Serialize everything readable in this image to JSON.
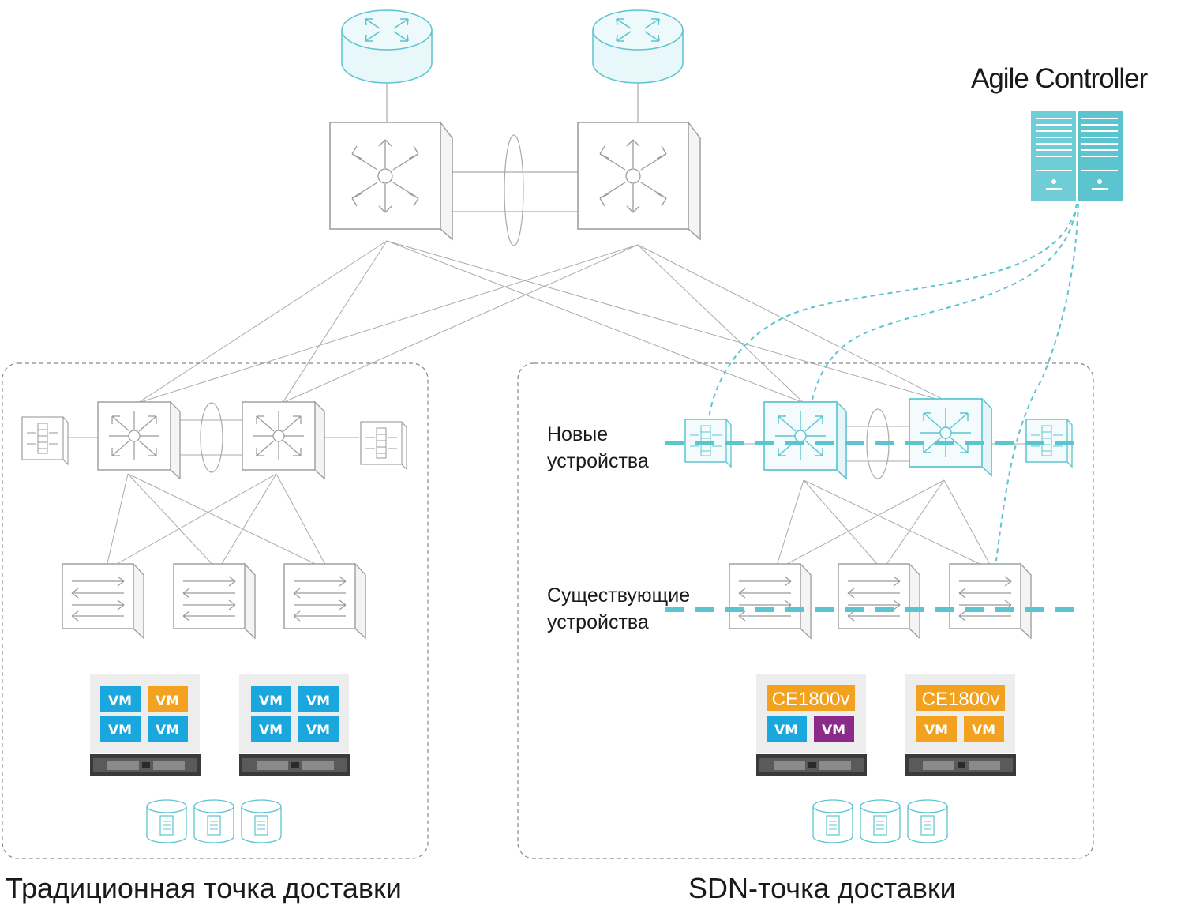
{
  "controller": {
    "label": "Agile Controller"
  },
  "captions": {
    "traditional": "Традиционная точка доставки",
    "sdn": "SDN-точка доставки"
  },
  "sdn_labels": {
    "new_line1": "Новые",
    "new_line2": "устройства",
    "existing_line1": "Существующие",
    "existing_line2": "устройства"
  },
  "vm": {
    "label": "VM",
    "ce_label": "CE1800v"
  },
  "colors": {
    "line": "#aaaaaa",
    "device_grey": "#9a9a9a",
    "teal": "#5bc4cf",
    "teal_dark": "#3fa9b8",
    "vm_blue": "#1aa7dd",
    "vm_orange": "#f2a21e",
    "vm_purple": "#8c2a8c",
    "vm_panel": "#ededed"
  }
}
